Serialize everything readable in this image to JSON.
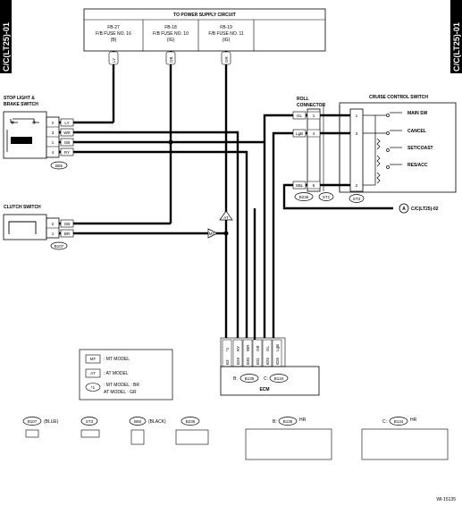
{
  "page_ref_left": "C/C(LT25)-01",
  "page_ref_right": "C/C(LT25)-01",
  "power": {
    "title": "TO POWER SUPPLY CIRCUIT",
    "fuses": [
      {
        "line1": "FB-27",
        "line2": "F/B FUSE NO. 16",
        "line3": "(B)",
        "wire": "LY"
      },
      {
        "line1": "FB-18",
        "line2": "F/B FUSE NO. 10",
        "line3": "(IG)",
        "wire": "GB"
      },
      {
        "line1": "FB-19",
        "line2": "F/B FUSE NO. 11",
        "line3": "(IG)",
        "wire": "GR"
      }
    ]
  },
  "stop_light": {
    "title1": "STOP LIGHT &",
    "title2": "BRAKE SWITCH",
    "connector": "B65",
    "pins": [
      {
        "num": "2",
        "wire": "LY"
      },
      {
        "num": "3",
        "wire": "WR"
      },
      {
        "num": "1",
        "wire": "GB"
      },
      {
        "num": "4",
        "wire": "RY"
      }
    ]
  },
  "clutch": {
    "title": "CLUTCH SWITCH",
    "connector": "B107",
    "pins": [
      {
        "num": "2",
        "wire": "GB"
      },
      {
        "num": "1",
        "wire": "BR"
      }
    ]
  },
  "roll_connector": {
    "title1": "ROLL",
    "title2": "CONNECTOR",
    "pins": [
      {
        "num": "1",
        "wire": "GL"
      },
      {
        "num": "4",
        "wire": "LgB"
      },
      {
        "num": "5",
        "wire": "SBL"
      }
    ],
    "connector_b": "B236",
    "connector_st": "ST1"
  },
  "cruise_switch": {
    "title": "CRUISE CONTROL SWITCH",
    "connector": "ST3",
    "pins": [
      "1",
      "3",
      "2"
    ],
    "switches": [
      "MAIN SW",
      "CANCEL",
      "SET/COAST",
      "RES/ACC"
    ]
  },
  "ground_ref": {
    "letter": "A",
    "text": "C/C(LT25)-02"
  },
  "junction": {
    "mt": "MT",
    "at": "AT"
  },
  "ecm": {
    "label": "ECM",
    "conn_b_prefix": "B:",
    "conn_b": "B135",
    "conn_c_prefix": "C:",
    "conn_c": "B134",
    "wire_labels": [
      "*1",
      "RY",
      "WR",
      "GB",
      "GL",
      "LgB"
    ],
    "pin_labels": [
      "B3",
      "B29",
      "B30",
      "B31",
      "B25",
      "B26"
    ]
  },
  "legend": [
    {
      "sym": "MT",
      "text": ": MT MODEL"
    },
    {
      "sym": "AT",
      "text": ": AT MODEL"
    },
    {
      "sym": "*1",
      "text": ": MT MODEL : BR",
      "text2": "AT MODEL : GR"
    }
  ],
  "bottom_connectors": [
    {
      "name": "B107",
      "suffix": "(BLUE)"
    },
    {
      "name": "ST3",
      "suffix": ""
    },
    {
      "name": "B65",
      "suffix": "(BLACK)"
    },
    {
      "name": "B236",
      "suffix": ""
    },
    {
      "name": "B135",
      "prefix": "B:",
      "suffix": "HR"
    },
    {
      "name": "B134",
      "prefix": "C:",
      "suffix": "HR"
    }
  ],
  "doc_id": "WI-15135"
}
